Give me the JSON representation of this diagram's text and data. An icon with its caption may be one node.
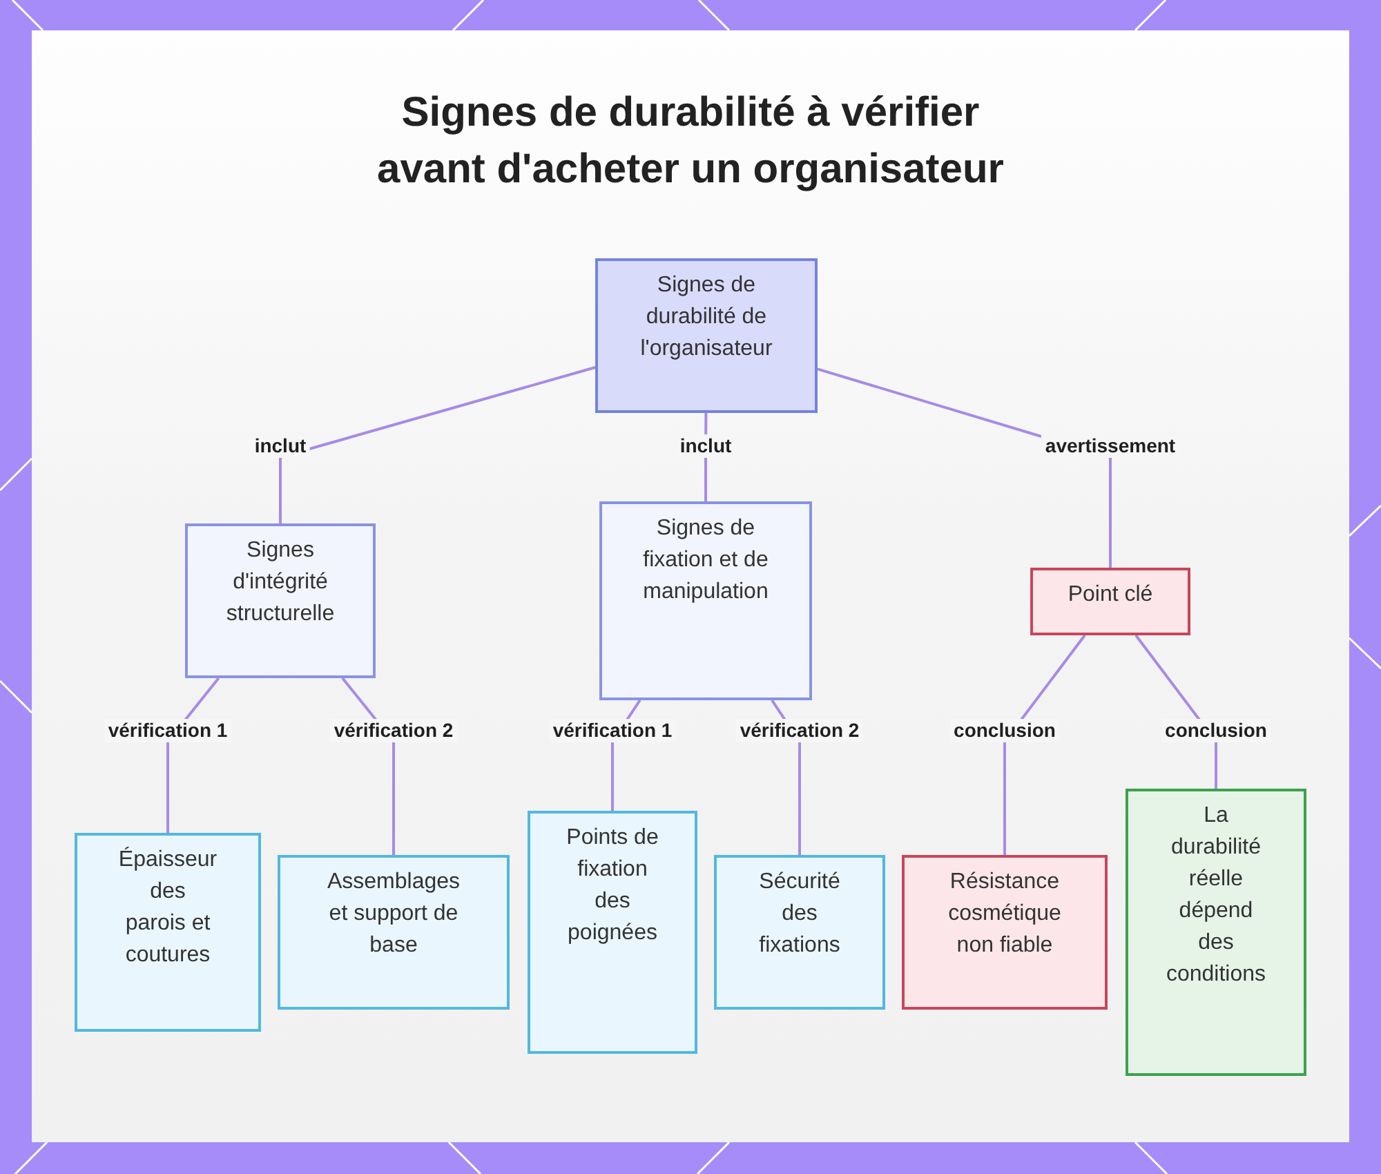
{
  "diagram": {
    "title": "Signes de durabilité à vérifier avant d'acheter un organisateur",
    "nodes": [
      {
        "text": [
          "Signes de durabilité de l'organisateur"
        ]
      },
      {
        "text": [
          "Signes d'intégrité structurelle"
        ]
      },
      {
        "text": [
          "Signes de fixation et de manipulation"
        ]
      },
      {
        "text": [
          "Point clé"
        ]
      },
      {
        "text": [
          "Épaisseur des parois et coutures"
        ]
      },
      {
        "text": [
          "Assemblages et support de base"
        ]
      },
      {
        "text": [
          "Points de fixation des poignées"
        ]
      },
      {
        "text": [
          "Sécurité des fixations"
        ]
      },
      {
        "text": [
          "Résistance cosmétique non fiable"
        ]
      },
      {
        "text": [
          "La durabilité réelle dépend des conditions"
        ]
      }
    ],
    "edges": [
      {
        "from": 0,
        "to": 1,
        "arrow": "none",
        "label": "inclut"
      },
      {
        "from": 0,
        "to": 2,
        "arrow": "none",
        "label": "inclut"
      },
      {
        "from": 0,
        "to": 3,
        "arrow": "none",
        "label": "avertissement"
      },
      {
        "from": 1,
        "to": 4,
        "arrow": "none",
        "label": "vérification 1"
      },
      {
        "from": 1,
        "to": 5,
        "arrow": "none",
        "label": "vérification 2"
      },
      {
        "from": 2,
        "to": 6,
        "arrow": "none",
        "label": "vérification 1"
      },
      {
        "from": 2,
        "to": 7,
        "arrow": "none",
        "label": "vérification 2"
      },
      {
        "from": 3,
        "to": 8,
        "arrow": "none",
        "label": "conclusion"
      },
      {
        "from": 3,
        "to": 9,
        "arrow": "none",
        "label": "conclusion"
      }
    ]
  }
}
